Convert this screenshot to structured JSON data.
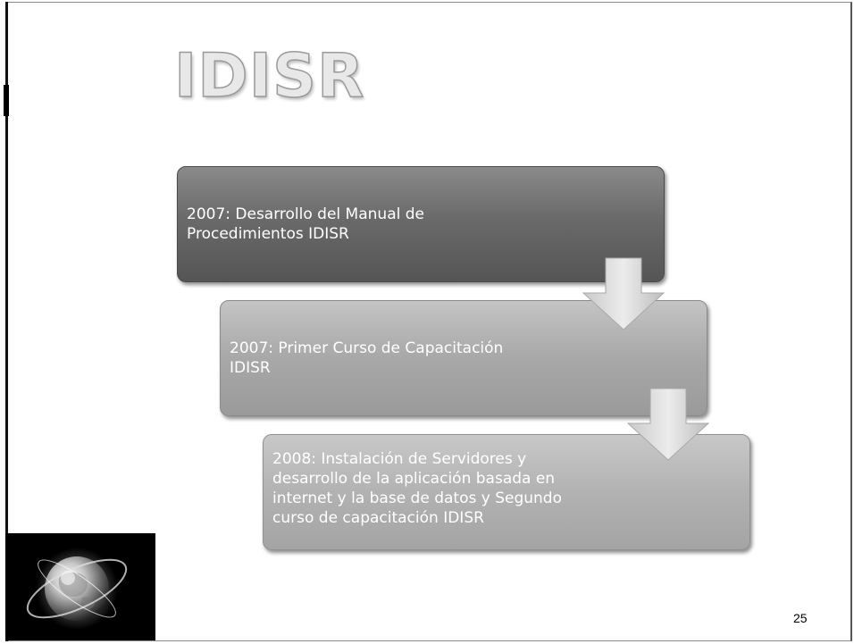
{
  "slide": {
    "title": "IDISR",
    "steps": [
      {
        "line1": "2007: Desarrollo del Manual de",
        "line2": "Procedimientos IDISR"
      },
      {
        "line1": "2007: Primer Curso de Capacitación",
        "line2": "IDISR"
      },
      {
        "line1": "2008: Instalación de Servidores y",
        "line2": "desarrollo de la aplicación basada en",
        "line3": "internet y la base de datos y Segundo",
        "line4": "curso de capacitación IDISR"
      }
    ],
    "page_number": "25",
    "logo_icon": "globe-icon"
  }
}
